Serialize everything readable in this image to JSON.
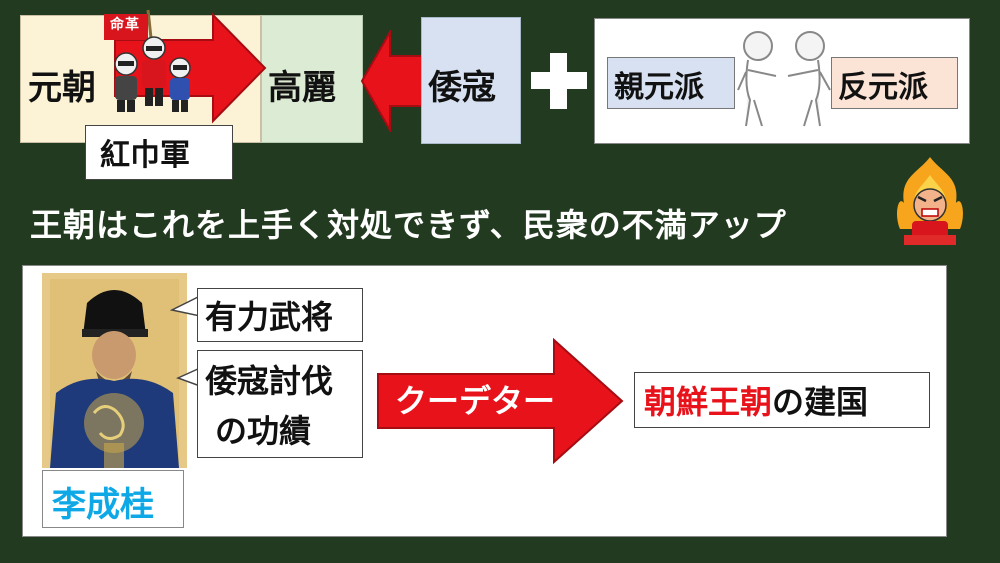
{
  "top": {
    "yuan": "元朝",
    "goryeo": "高麗",
    "wako": "倭寇",
    "red_turban": "紅巾軍",
    "revolution_flag": "命革",
    "factions": {
      "pro_yuan": "親元派",
      "anti_yuan": "反元派"
    }
  },
  "middle": {
    "caption": "王朝はこれを上手く対処できず、民衆の不満アップ"
  },
  "bottom": {
    "person": "李成桂",
    "bubble_general": "有力武将",
    "bubble_merit_line1": "倭寇討伐",
    "bubble_merit_line2": "の功績",
    "coup": "クーデター",
    "founding_red": "朝鮮王朝",
    "founding_rest": "の建国"
  },
  "colors": {
    "background": "#223a1f",
    "arrow_red": "#e8121b",
    "name_blue": "#0fa8e6"
  }
}
